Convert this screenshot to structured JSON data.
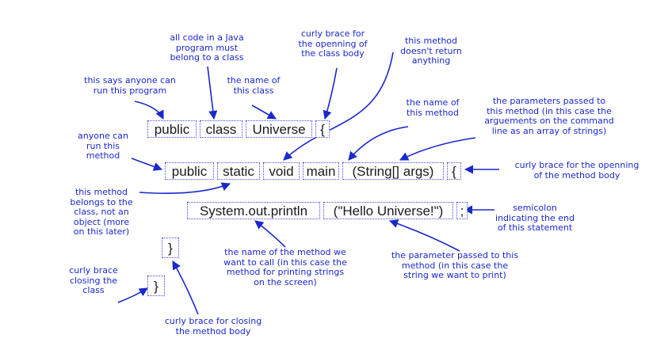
{
  "code": {
    "line1": {
      "public": "public",
      "class": "class",
      "name": "Universe",
      "brace": "{"
    },
    "line2": {
      "public": "public",
      "static": "static",
      "void": "void",
      "main": "main",
      "params": "(String[] args)",
      "brace": "{"
    },
    "line3": {
      "call": "System.out.println",
      "arg": "(\"Hello Universe!\")",
      "semicolon": ";"
    },
    "method_close": "}",
    "class_close": "}"
  },
  "notes": {
    "all_code_in_class": "all code in a Java\nprogram must\nbelong to a class",
    "class_brace_open": "curly brace for\nthe openning of\nthe class body",
    "no_return": "this method\ndoesn't return\nanything",
    "anyone_can_run_program": "this says anyone can\nrun this program",
    "class_name": "the name of\nthis class",
    "method_name": "the name of\nthis method",
    "parameters": "the parameters passed to\nthis method (in this case the\narguements on the command\nline as an array of strings)",
    "anyone_can_run_method": "anyone can\nrun this\nmethod",
    "method_brace_open": "curly brace for the openning\nof the method body",
    "static_note": "this method\nbelongs to the\nclass, not an\nobject (more\non this later)",
    "semicolon": "semicolon\nindicating the end\nof this statement",
    "method_to_call": "the name of the method we\nwant to call (in this case the\nmethod for printing strings\non the screen)",
    "parameter_passed": "the parameter passed to this\nmethod (in this case the\nstring we want to print)",
    "class_close": "curly brace\nclosing the\nclass",
    "method_close": "curly brace for closing\nthe method body"
  },
  "colors": {
    "annotation": "#1a28cc",
    "token_border": "#4a4ad8",
    "code_text": "#1a1a1a"
  }
}
